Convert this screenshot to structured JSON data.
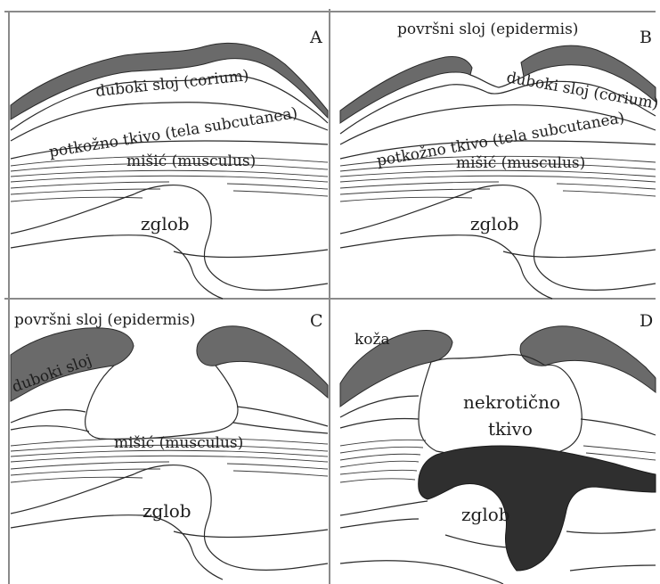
{
  "panels": {
    "A": {
      "letter": "A",
      "dermis_label": "duboki sloj (corium)",
      "subcutis_label": "potkožno tkivo (tela subcutanea)",
      "muscle_label": "mišić (musculus)",
      "joint_label": "zglob"
    },
    "B": {
      "letter": "B",
      "epidermis_label": "površni sloj (epidermis)",
      "dermis_label": "duboki sloj (corium)",
      "subcutis_label": "potkožno tkivo (tela subcutanea)",
      "muscle_label": "mišić (musculus)",
      "joint_label": "zglob"
    },
    "C": {
      "letter": "C",
      "epidermis_label": "površni sloj (epidermis)",
      "dermis_label": "duboki sloj",
      "muscle_label": "mišić (musculus)",
      "joint_label": "zglob"
    },
    "D": {
      "letter": "D",
      "skin_label": "koža",
      "necrosis_label_line1": "nekrotično",
      "necrosis_label_line2": "tkivo",
      "joint_label": "zglob"
    }
  },
  "colors": {
    "dermis": "#6a6a6a",
    "necrosis": "#2f2f2f",
    "lines": "#2a2a2a"
  }
}
